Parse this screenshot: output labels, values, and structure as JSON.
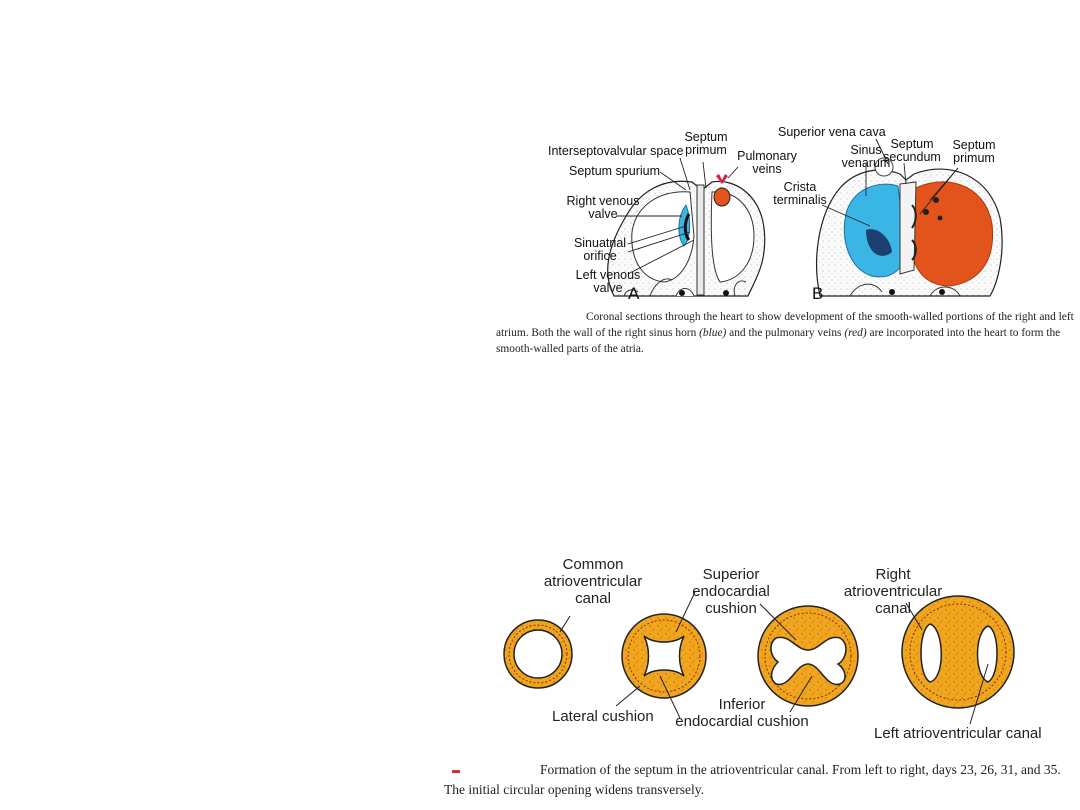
{
  "figure_a": {
    "labels": {
      "interseptovalvular_space": "Interseptovalvular space",
      "septum_primum": "Septum\nprimum",
      "septum_spurium": "Septum spurium",
      "pulmonary_veins": "Pulmonary\nveins",
      "right_venous_valve": "Right venous\nvalve",
      "sinuatrial_orifice": "Sinuatrial\norifice",
      "left_venous_valve": "Left venous\nvalve"
    },
    "panel_letter": "A"
  },
  "figure_b": {
    "labels": {
      "superior_vena_cava": "Superior vena cava",
      "sinus_venarum": "Sinus\nvenarum",
      "septum_secundum": "Septum\nsecundum",
      "septum_primum": "Septum\nprimum",
      "crista_terminalis": "Crista\nterminalis"
    },
    "panel_letter": "B"
  },
  "caption_1": {
    "lead": "Coronal sections through the heart to show development of the smooth-walled portions of the right and left atrium. Both the wall of the right sinus horn ",
    "blue_word": "(blue)",
    "middle": " and the pulmonary veins ",
    "red_word": "(red)",
    "tail": " are incorporated into the heart to form the smooth-walled parts of the atria."
  },
  "figure_c": {
    "labels": {
      "common_av_canal": "Common\natrioventricular\ncanal",
      "superior_cushion": "Superior endocardial\ncushion",
      "right_av_canal": "Right atrioventricular\ncanal",
      "lateral_cushion": "Lateral cushion",
      "inferior_cushion": "Inferior\nendocardial cushion",
      "left_av_canal": "Left atrioventricular canal"
    }
  },
  "caption_2": {
    "text": "Formation of the septum in the atrioventricular canal. From left to right, days 23, 26, 31, and 35. The initial circular opening widens transversely."
  },
  "colors": {
    "blue": "#3ab6e6",
    "red": "#e2541c",
    "orange": "#f2a51e",
    "outline": "#222222"
  }
}
